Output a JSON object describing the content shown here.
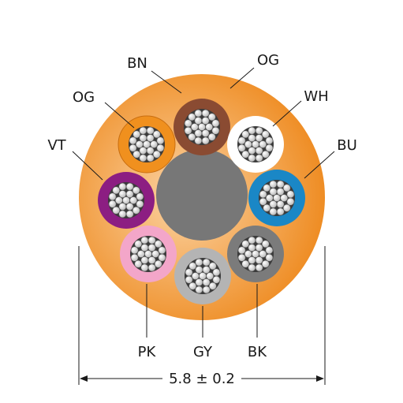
{
  "cores": [
    {
      "id": "BN",
      "label": "BN",
      "color": "#8a4b32"
    },
    {
      "id": "OG-top",
      "label": "OG",
      "color": "#f0901e"
    },
    {
      "id": "WH",
      "label": "WH",
      "color": "#ffffff"
    },
    {
      "id": "BU",
      "label": "BU",
      "color": "#1a87c6"
    },
    {
      "id": "VT",
      "label": "VT",
      "color": "#8c1e82"
    },
    {
      "id": "PK",
      "label": "PK",
      "color": "#f3a6c9"
    },
    {
      "id": "GY",
      "label": "GY",
      "color": "#b4b4b4"
    },
    {
      "id": "BK",
      "label": "BK",
      "color": "#7b7b7b"
    }
  ],
  "dimension": {
    "text": "5.8 ± 0.2"
  },
  "colors": {
    "jacket": "#ee8a1f",
    "jacket_light": "#fbd3a3",
    "center_filler": "#777777",
    "strand": "#e6e6e6",
    "line": "#1a1a1a"
  }
}
